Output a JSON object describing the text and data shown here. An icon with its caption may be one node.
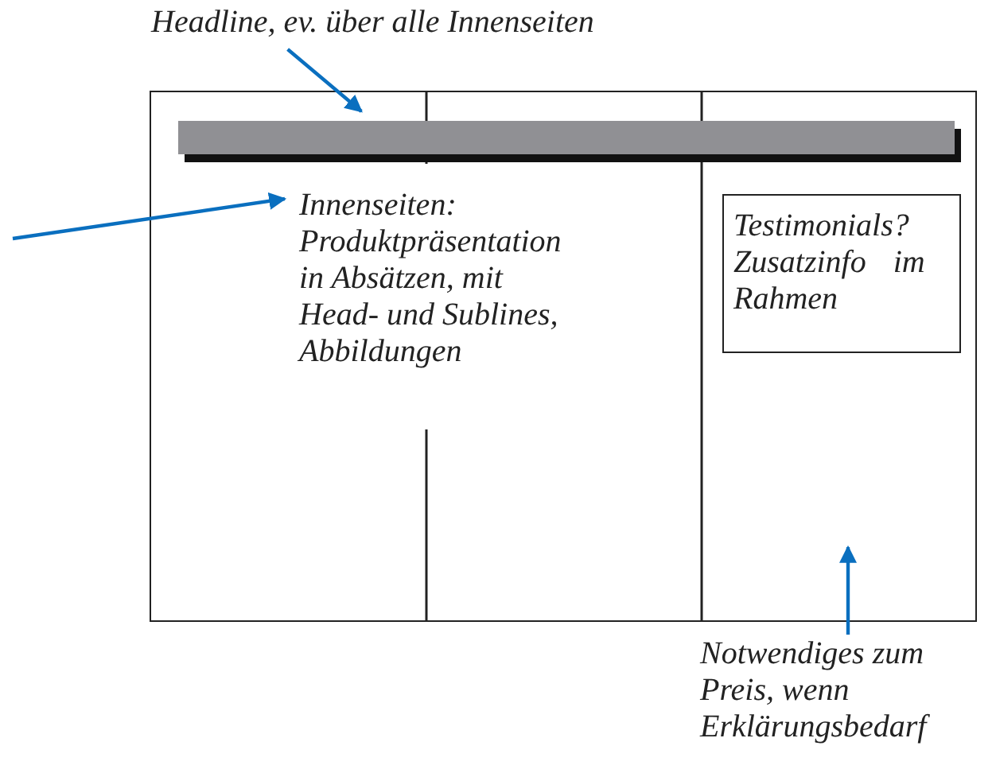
{
  "diagram": {
    "nodes": [
      {
        "text": [],
        "shape": "box"
      },
      {
        "text": [
          "Headline, ev. über alle Innenseiten"
        ]
      },
      {
        "text": [],
        "shape": "bar",
        "in": 0
      },
      {
        "text": [
          "Innenseiten: Produktpräsentation in Absätzen, mit Head- und Sublines, Abbildungen"
        ],
        "in": 0
      },
      {
        "text": [
          "Testimonials? Zusatzinfo im Rahmen"
        ],
        "in": 0
      },
      {
        "text": [
          "Notwendiges zum Preis, wenn Erklärungsbedarf"
        ]
      }
    ],
    "edges": [
      {
        "from": 1,
        "to": 2,
        "arrow": "to"
      },
      {
        "from": null,
        "to": 3,
        "arrow": "to"
      },
      {
        "from": 5,
        "to": null,
        "arrow": "to"
      }
    ]
  }
}
